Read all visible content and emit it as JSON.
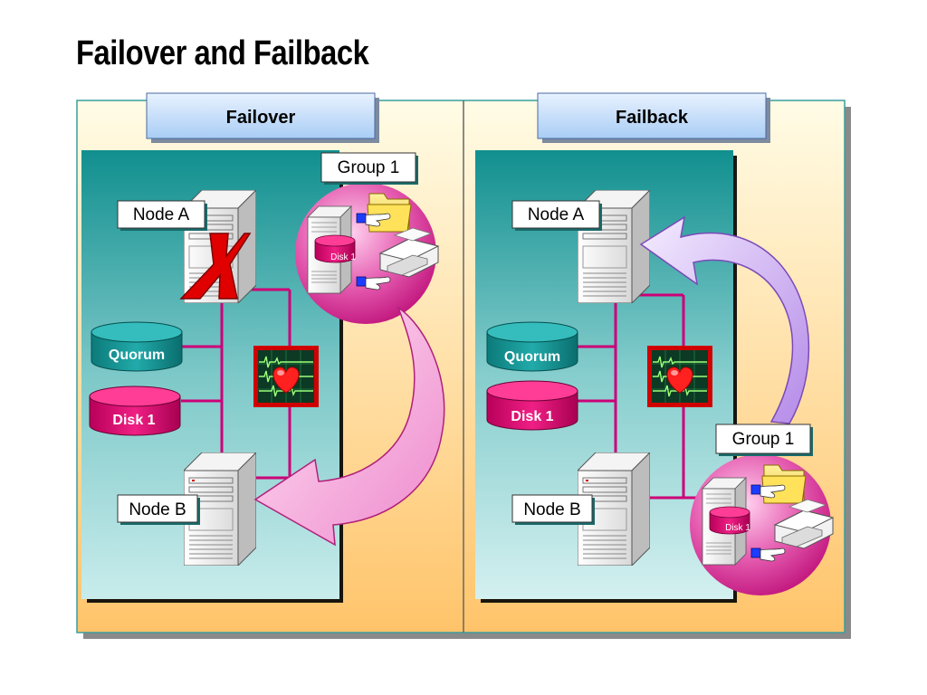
{
  "title": "Failover and Failback",
  "panels": {
    "failover": {
      "header": "Failover",
      "group_label": "Group 1",
      "node_a": "Node A",
      "node_b": "Node B",
      "quorum": "Quorum",
      "disk": "Disk 1",
      "group_disk": "Disk 1"
    },
    "failback": {
      "header": "Failback",
      "group_label": "Group 1",
      "node_a": "Node A",
      "node_b": "Node B",
      "quorum": "Quorum",
      "disk": "Disk 1",
      "group_disk": "Disk 1"
    }
  },
  "colors": {
    "panel_bg_top": "#fffbe0",
    "panel_bg_bottom": "#ffc870",
    "teal": "#1a9797",
    "connector": "#cc0077",
    "quorum": "#0f8a8a",
    "disk": "#d9006c",
    "failure_mark": "#e00000",
    "group_circle": "#d01f8e",
    "failover_arrow": "#f2a0d6",
    "failback_arrow": "#c7a6f2"
  },
  "icons": [
    "server-icon",
    "failure-x-icon",
    "heartbeat-monitor-icon",
    "folder-icon",
    "printer-icon",
    "database-icon",
    "hand-icon"
  ]
}
